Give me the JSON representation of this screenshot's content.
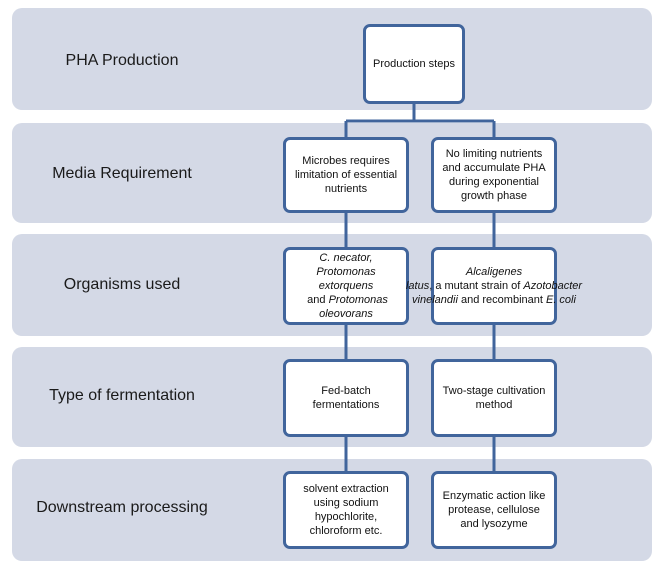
{
  "rows": [
    {
      "label": "PHA Production"
    },
    {
      "label": "Media Requirement"
    },
    {
      "label": "Organisms used"
    },
    {
      "label": "Type of fermentation"
    },
    {
      "label": "Downstream processing"
    }
  ],
  "root": {
    "text": "Production steps"
  },
  "left": {
    "media": "Microbes requires limitation of essential nutrients",
    "organisms": {
      "p1": "C. necator,",
      "p2": "Protomonas extorquens",
      "p3": " and ",
      "p4": "Protomonas oleovorans"
    },
    "fermentation": "Fed-batch fermentations",
    "downstream": "solvent extraction using sodium hypochlorite, chloroform etc."
  },
  "right": {
    "media": "No limiting nutrients and accumulate PHA during exponential growth phase",
    "organisms": {
      "p1": "Alcaligenes latus",
      "p2": ", a mutant strain of ",
      "p3": "Azotobacter vinelandii",
      "p4": " and recombinant ",
      "p5": "E. coli"
    },
    "fermentation": "Two-stage cultivation method",
    "downstream": "Enzymatic action like protease, cellulose and lysozyme"
  },
  "colors": {
    "band": "#d4d9e6",
    "node_border": "#41659c",
    "connector": "#41659c"
  }
}
